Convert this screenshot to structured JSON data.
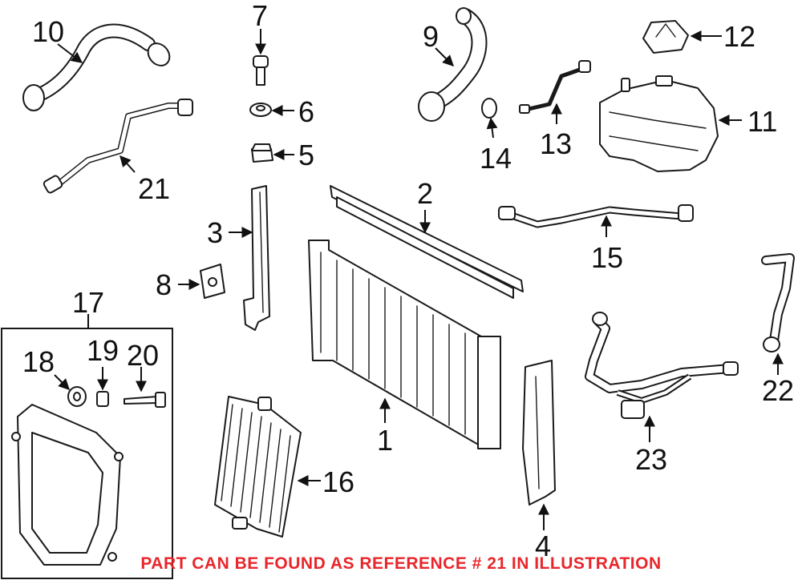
{
  "callouts": {
    "n1": "1",
    "n2": "2",
    "n3": "3",
    "n4": "4",
    "n5": "5",
    "n6": "6",
    "n7": "7",
    "n8": "8",
    "n9": "9",
    "n10": "10",
    "n11": "11",
    "n12": "12",
    "n13": "13",
    "n14": "14",
    "n15": "15",
    "n16": "16",
    "n17": "17",
    "n18": "18",
    "n19": "19",
    "n20": "20",
    "n21": "21",
    "n22": "22",
    "n23": "23"
  },
  "footer": {
    "note": "PART CAN BE FOUND AS REFERENCE # 21 IN ILLUSTRATION",
    "color": "#e8262b"
  },
  "colors": {
    "line": "#1a1a1a",
    "background": "#ffffff"
  }
}
